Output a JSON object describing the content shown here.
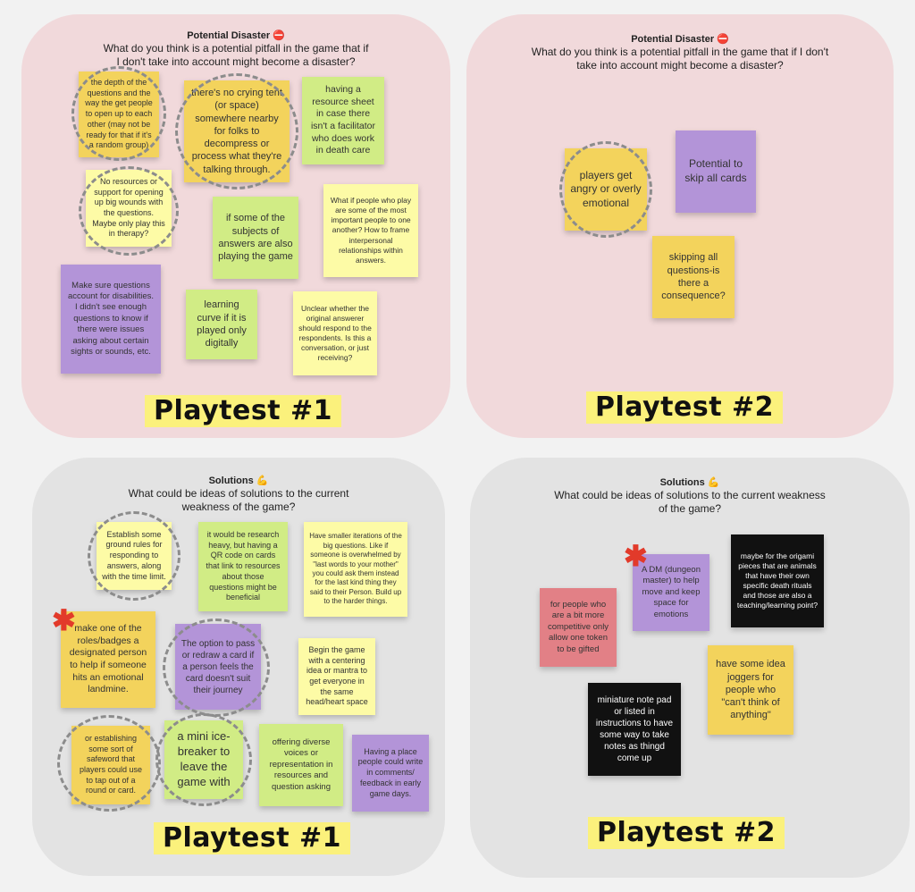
{
  "colors": {
    "frame_pink": "#f1d9db",
    "frame_gray": "#e3e3e3",
    "sticky_yellow": "#f3d35c",
    "sticky_light_yellow": "#fdfba6",
    "sticky_green": "#d1ec85",
    "sticky_purple": "#b394d8",
    "sticky_pink": "#e28086",
    "sticky_black": "#111111",
    "label_highlight": "#fbf17c",
    "star": "#e23a2a"
  },
  "frames": {
    "disaster1": {
      "title": "Potential Disaster",
      "emoji": "⛔",
      "question": "What do you think is a potential pitfall in the game that if I don't take into account might become a disaster?",
      "label": "Playtest #1"
    },
    "disaster2": {
      "title": "Potential Disaster",
      "emoji": "⛔",
      "question": "What do you think is a potential pitfall in the game that if I don't take into account might become a disaster?",
      "label": "Playtest #2"
    },
    "solutions1": {
      "title": "Solutions",
      "emoji": "💪",
      "question": "What could be ideas of solutions to the current weakness of the game?",
      "label": "Playtest #1"
    },
    "solutions2": {
      "title": "Solutions",
      "emoji": "💪",
      "question": "What could be ideas of solutions to the current weakness of the game?",
      "label": "Playtest #2"
    }
  },
  "notes": {
    "d1": [
      "the depth of the questions and the way the get people to open up to each other (may not be ready for that if it's a random group)",
      "there's no crying tent (or space) somewhere nearby for folks to decompress or process what they're talking through.",
      "having a resource sheet in case there isn't a facilitator who does work in death care",
      "No resources or support for opening up big wounds with the questions. Maybe only play this in therapy?",
      "if some of the subjects of answers are also playing the game",
      "What if people who play are some of the most important people to one another? How to frame interpersonal relationships within answers.",
      "Make sure questions account for disabilities. I didn't see enough questions to know if there were issues asking about certain sights or sounds, etc.",
      "learning curve if it is played only digitally",
      "Unclear whether the original answerer should respond to the respondents. Is this a conversation, or just receiving?"
    ],
    "d2": [
      "players get angry or overly emotional",
      "Potential to skip all cards",
      "skipping all questions-is there a consequence?"
    ],
    "s1": [
      "Establish some ground rules for responding to answers, along with the time limit.",
      "it would be research heavy, but having a QR code on cards that link to resources about those questions might be beneficial",
      "Have smaller iterations of the big questions. Like if someone is overwhelmed by \"last words to your mother\" you could ask them instead for the last kind thing they said to their Person. Build up to the harder things.",
      "make one of the roles/badges a designated person to help if someone hits an emotional landmine.",
      "The option to pass or redraw a card if a person feels the card doesn't suit their journey",
      "Begin the game with a centering idea or mantra to get everyone in the same head/heart space",
      "or establishing some sort of safeword that players could use to tap out of a round or card.",
      "a mini ice-breaker to leave the game with",
      "offering diverse voices or representation in resources and question asking",
      "Having a place people could write in comments/ feedback in early game days."
    ],
    "s2": [
      "A DM (dungeon master) to help move and keep space for emotions",
      "maybe for the origami pieces that are animals that have their own specific death rituals and those are also a teaching/learning point?",
      "for people who are a bit more competitive only allow one token to be gifted",
      "have some idea joggers for people who \"can't think of anything\"",
      "miniature note pad or listed in instructions to have some way to take notes as thingd come up"
    ]
  }
}
